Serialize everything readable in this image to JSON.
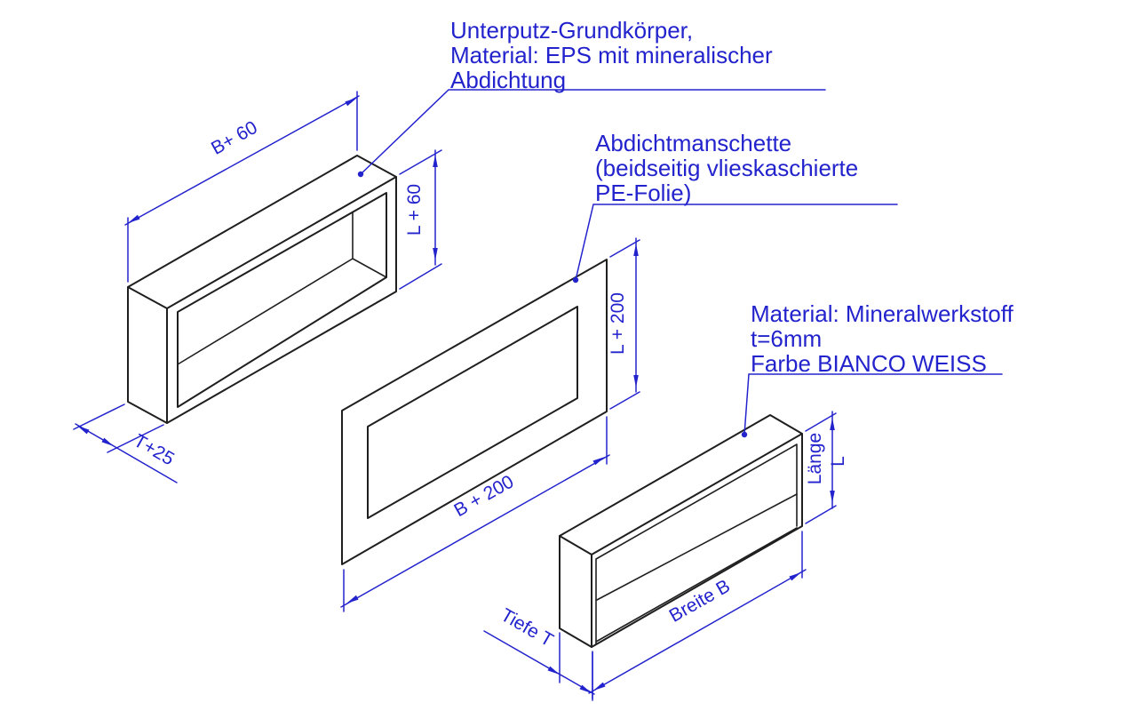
{
  "drawing": {
    "background": "#ffffff",
    "geometry_line_color": "#1f1f1f",
    "annotation_color": "#2323cd",
    "notes": {
      "grundkoerper": {
        "line1": "Unterputz-Grundkörper,",
        "line2": "Material: EPS mit mineralischer",
        "line3": "Abdichtung"
      },
      "manschette": {
        "line1": "Abdichtmanschette",
        "line2": "(beidseitig vlieskaschierte",
        "line3": "PE-Folie)"
      },
      "mineralwerkstoff": {
        "line1": "Material: Mineralwerkstoff",
        "line2": "t=6mm",
        "line3": "Farbe BIANCO WEISS"
      }
    },
    "dimensions": {
      "grundkoerper_breite": "B+ 60",
      "grundkoerper_laenge": "L + 60",
      "grundkoerper_tiefe": "T+25",
      "manschette_breite": "B + 200",
      "manschette_laenge": "L + 200",
      "box_breite": "Breite B",
      "box_laenge_word": "Länge",
      "box_laenge_symbol": "L",
      "box_tiefe": "Tiefe T"
    }
  }
}
